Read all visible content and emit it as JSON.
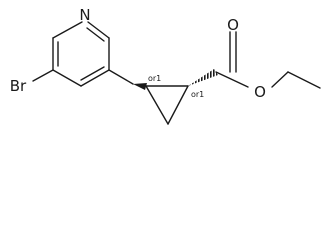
{
  "molecule": {
    "atoms": {
      "nitrogen": "N",
      "bromine": "Br",
      "carbonyl_oxygen": "O",
      "ester_oxygen": "O"
    },
    "stereo_labels": {
      "c1": "or1",
      "c2": "or1"
    }
  }
}
